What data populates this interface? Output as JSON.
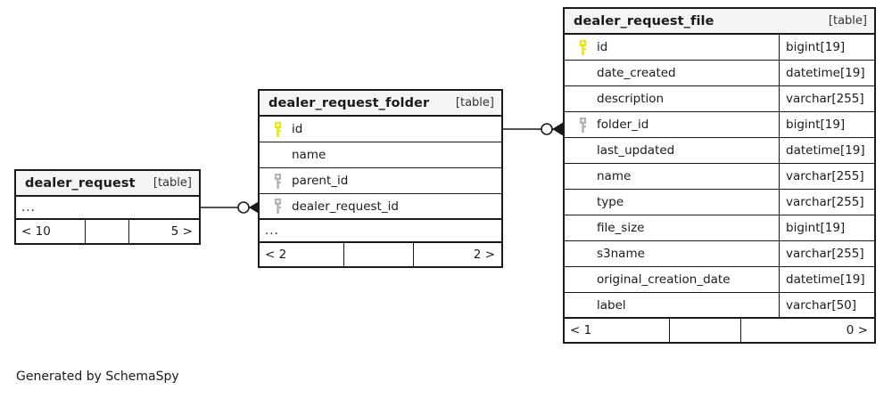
{
  "diagram": {
    "caption": "Generated by SchemaSpy",
    "table_tag": "[table]",
    "ellipsis": "...",
    "pk_icon": "key-icon-primary",
    "fk_icon": "key-icon-foreign",
    "pk_color": "#e8e800",
    "fk_color": "#b3b3b3",
    "line_color": "#1a1a1a",
    "header_bg": "#f4f4f4"
  },
  "tables": {
    "dealer_request": {
      "name": "dealer_request",
      "tag": "[table]",
      "ellipsis": "...",
      "footer": {
        "left": "< 10",
        "middle": "",
        "right": "5 >"
      }
    },
    "dealer_request_folder": {
      "name": "dealer_request_folder",
      "tag": "[table]",
      "ellipsis": "...",
      "columns": [
        {
          "name": "id",
          "type": "",
          "key": "primary"
        },
        {
          "name": "name",
          "type": "",
          "key": "none"
        },
        {
          "name": "parent_id",
          "type": "",
          "key": "foreign"
        },
        {
          "name": "dealer_request_id",
          "type": "",
          "key": "foreign"
        }
      ],
      "footer": {
        "left": "< 2",
        "middle": "",
        "right": "2 >"
      }
    },
    "dealer_request_file": {
      "name": "dealer_request_file",
      "tag": "[table]",
      "columns": [
        {
          "name": "id",
          "type": "bigint[19]",
          "key": "primary"
        },
        {
          "name": "date_created",
          "type": "datetime[19]",
          "key": "none"
        },
        {
          "name": "description",
          "type": "varchar[255]",
          "key": "none"
        },
        {
          "name": "folder_id",
          "type": "bigint[19]",
          "key": "foreign"
        },
        {
          "name": "last_updated",
          "type": "datetime[19]",
          "key": "none"
        },
        {
          "name": "name",
          "type": "varchar[255]",
          "key": "none"
        },
        {
          "name": "type",
          "type": "varchar[255]",
          "key": "none"
        },
        {
          "name": "file_size",
          "type": "bigint[19]",
          "key": "none"
        },
        {
          "name": "s3name",
          "type": "varchar[255]",
          "key": "none"
        },
        {
          "name": "original_creation_date",
          "type": "datetime[19]",
          "key": "none"
        },
        {
          "name": "label",
          "type": "varchar[50]",
          "key": "none"
        }
      ],
      "footer": {
        "left": "< 1",
        "middle": "",
        "right": "0 >"
      }
    }
  },
  "relationships": [
    {
      "from": "dealer_request",
      "to": "dealer_request_folder",
      "to_column": "dealer_request_id",
      "notation": "zero-or-many"
    },
    {
      "from": "dealer_request_folder",
      "to": "dealer_request_file",
      "to_column": "folder_id",
      "notation": "zero-or-many"
    }
  ]
}
